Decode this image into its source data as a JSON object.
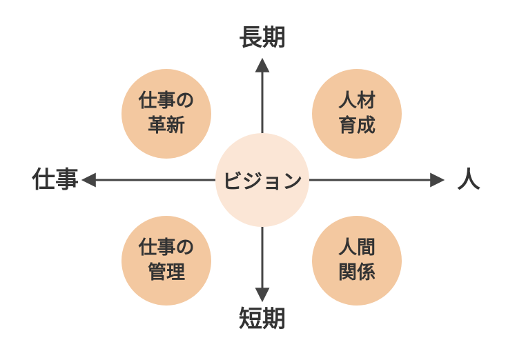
{
  "axes": {
    "top": "長期",
    "bottom": "短期",
    "left": "仕事",
    "right": "人"
  },
  "center": {
    "label": "ビジョン"
  },
  "quadrants": {
    "top_left": {
      "line1": "仕事の",
      "line2": "革新"
    },
    "top_right": {
      "line1": "人材",
      "line2": "育成"
    },
    "bottom_left": {
      "line1": "仕事の",
      "line2": "管理"
    },
    "bottom_right": {
      "line1": "人間",
      "line2": "関係"
    }
  },
  "colors": {
    "axis_line": "#444444",
    "quadrant_circle": "#f3c8a0",
    "center_circle": "#fbe6d6",
    "text": "#333333"
  }
}
